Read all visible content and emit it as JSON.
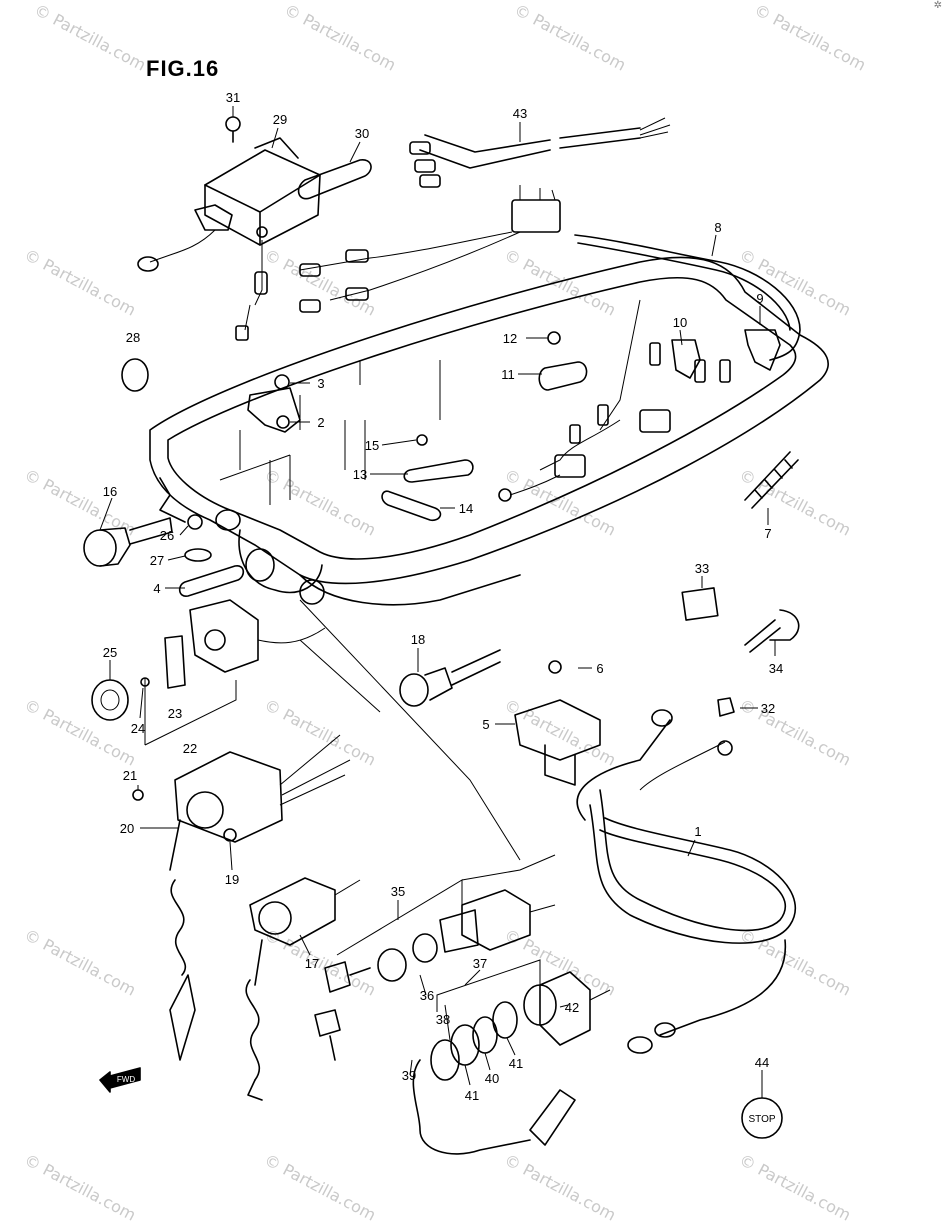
{
  "figure": {
    "title": "FIG.16"
  },
  "watermark": {
    "text": "© Partzilla.com"
  },
  "corner_mark": "✲",
  "parts": {
    "p1": "1",
    "p2": "2",
    "p3": "3",
    "p4": "4",
    "p5": "5",
    "p6": "6",
    "p7": "7",
    "p8": "8",
    "p9": "9",
    "p10": "10",
    "p11": "11",
    "p12": "12",
    "p13": "13",
    "p14": "14",
    "p15": "15",
    "p16": "16",
    "p17": "17",
    "p18": "18",
    "p19": "19",
    "p20": "20",
    "p21": "21",
    "p22": "22",
    "p23": "23",
    "p24": "24",
    "p25": "25",
    "p26": "26",
    "p27": "27",
    "p28": "28",
    "p29": "29",
    "p30": "30",
    "p31": "31",
    "p32": "32",
    "p33": "33",
    "p34": "34",
    "p35": "35",
    "p36": "36",
    "p37": "37",
    "p38": "38",
    "p39": "39",
    "p40": "40",
    "p41a": "41",
    "p41b": "41",
    "p42": "42",
    "p43": "43",
    "p44": "44"
  },
  "stop_label": "STOP",
  "fwd_label": "FWD"
}
